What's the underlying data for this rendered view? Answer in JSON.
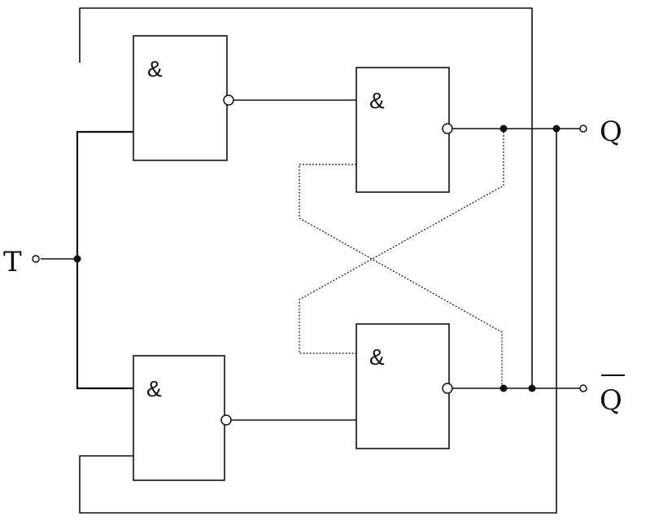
{
  "diagram": {
    "gate_symbols": {
      "top_left": "&",
      "top_right": "&",
      "bottom_right": "&",
      "bottom_left": "&"
    },
    "labels": {
      "input": "T",
      "output": "Q",
      "inverted_output": "Q"
    },
    "colors": {
      "stroke": "#111111",
      "background": "#ffffff"
    }
  }
}
